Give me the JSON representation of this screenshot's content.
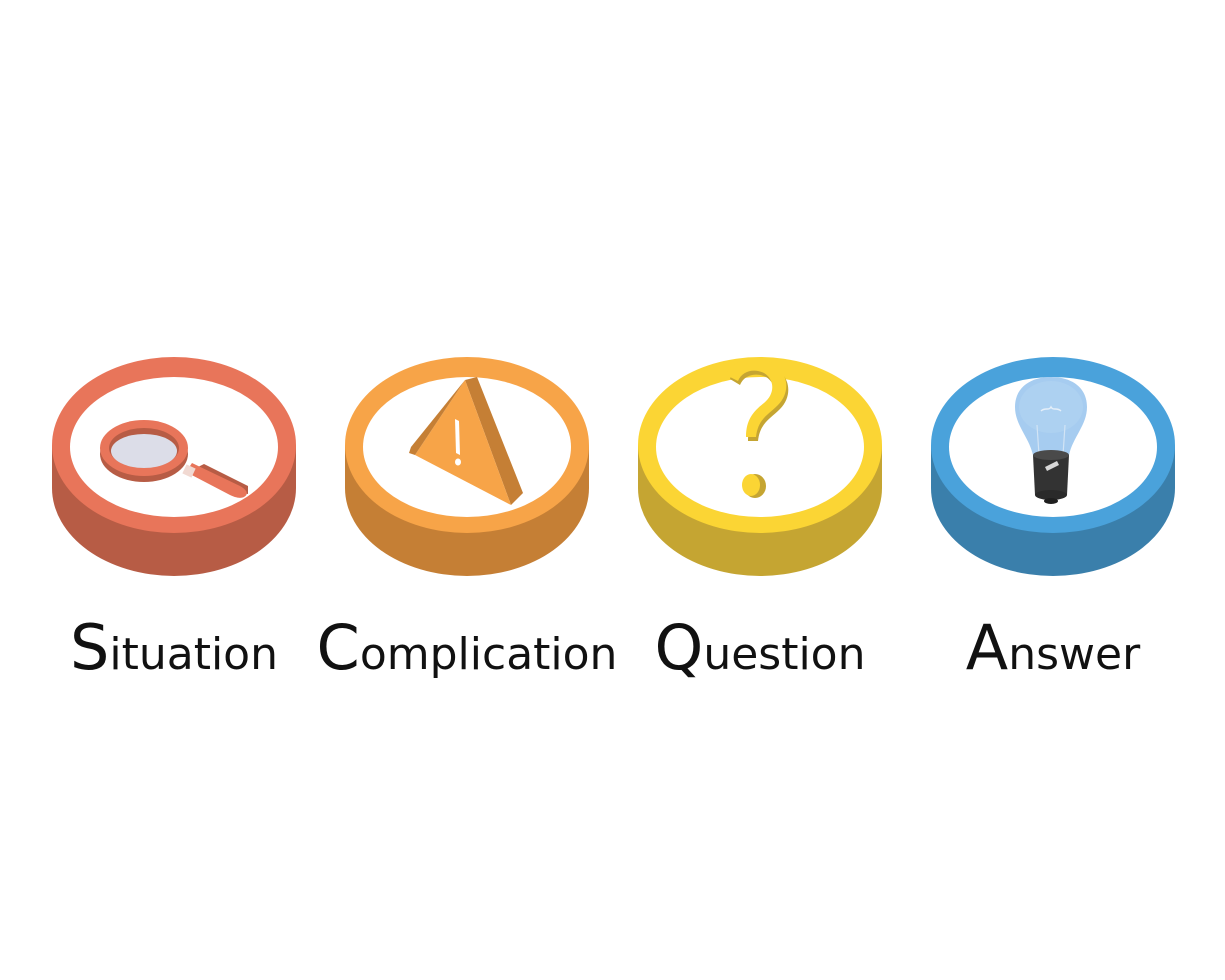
{
  "steps": [
    {
      "initial": "S",
      "rest": "ituation",
      "icon": "magnifying-glass-icon",
      "colors": {
        "top": "#e8755a",
        "side": "#b75c45",
        "inner": "#ffffff"
      }
    },
    {
      "initial": "C",
      "rest": "omplication",
      "icon": "warning-triangle-icon",
      "colors": {
        "top": "#f7a448",
        "side": "#c57f35",
        "inner": "#ffffff"
      }
    },
    {
      "initial": "Q",
      "rest": "uestion",
      "icon": "question-mark-icon",
      "colors": {
        "top": "#fbd534",
        "side": "#c5a532",
        "inner": "#ffffff"
      }
    },
    {
      "initial": "A",
      "rest": "nswer",
      "icon": "light-bulb-icon",
      "colors": {
        "top": "#4aa2db",
        "side": "#3a7fab",
        "inner": "#ffffff"
      }
    }
  ]
}
